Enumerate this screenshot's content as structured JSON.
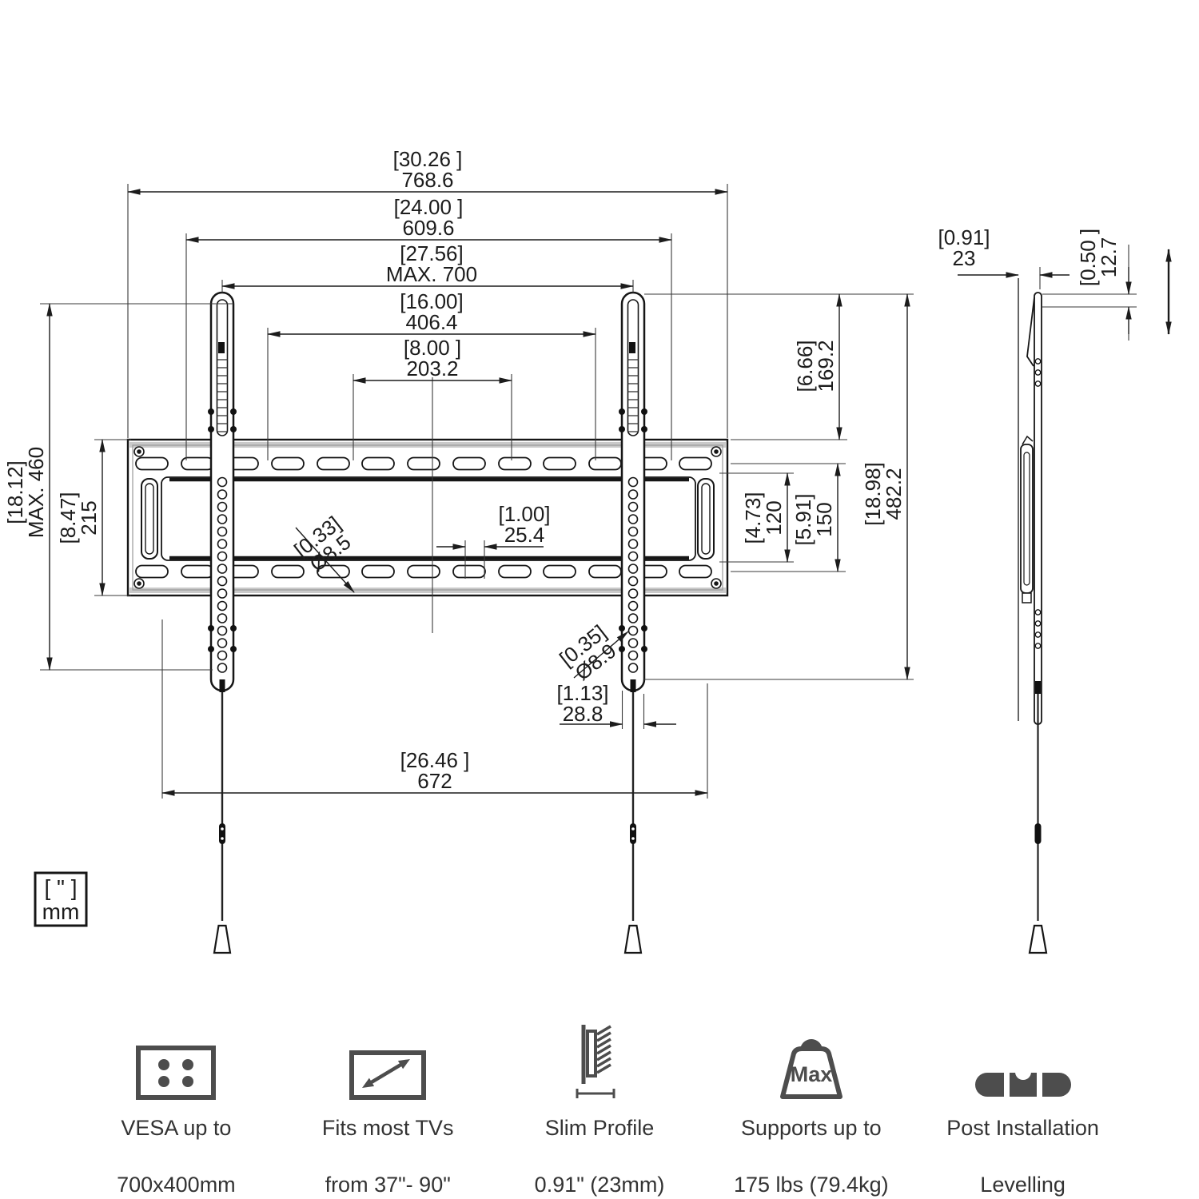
{
  "unit_legend": {
    "line1": "[ \" ]",
    "line2": "mm"
  },
  "front": {
    "overall_width": {
      "in": "[30.26 ]",
      "mm": "768.6"
    },
    "upper_hole_span": {
      "in": "[24.00 ]",
      "mm": "609.6"
    },
    "max_vesa_width": {
      "in": "[27.56]",
      "mm": "MAX. 700"
    },
    "vesa_width_406": {
      "in": "[16.00]",
      "mm": "406.4"
    },
    "vesa_width_203": {
      "in": "[8.00 ]",
      "mm": "203.2"
    },
    "max_vesa_height": {
      "in": "[18.12]",
      "mm": "MAX. 460"
    },
    "plate_height": {
      "in": "[8.47]",
      "mm": "215"
    },
    "strap_top_offset": {
      "in": "[6.66]",
      "mm": "169.2"
    },
    "vesa_height_120": {
      "in": "[4.73]",
      "mm": "120"
    },
    "slot_span_150": {
      "in": "[5.91]",
      "mm": "150"
    },
    "strap_height": {
      "in": "[18.98]",
      "mm": "482.2"
    },
    "hole_pitch": {
      "in": "[1.00]",
      "mm": "25.4"
    },
    "plate_hole_dia": {
      "in": "[0.33]",
      "mm": "Ø8.5"
    },
    "strap_hole_dia": {
      "in": "[0.35]",
      "mm": "Ø8.9"
    },
    "strap_width": {
      "in": "[1.13]",
      "mm": "28.8"
    },
    "lower_span": {
      "in": "[26.46 ]",
      "mm": "672"
    }
  },
  "side": {
    "profile_depth": {
      "in": "[0.91]",
      "mm": "23"
    },
    "lip_height": {
      "in": "[0.50 ]",
      "mm": "12.7"
    }
  },
  "features": [
    {
      "icon": "vesa-pattern-icon",
      "line1": "VESA up to",
      "line2": "700x400mm"
    },
    {
      "icon": "tv-size-icon",
      "line1": "Fits most TVs",
      "line2": "from 37\"- 90\""
    },
    {
      "icon": "slim-profile-icon",
      "line1": "Slim Profile",
      "line2": "0.91\" (23mm)"
    },
    {
      "icon": "max-weight-icon",
      "line1": "Supports up to",
      "line2": "175 lbs (79.4kg)",
      "badge": "Max"
    },
    {
      "icon": "spirit-level-icon",
      "line1": "Post Installation",
      "line2": "Levelling"
    }
  ]
}
